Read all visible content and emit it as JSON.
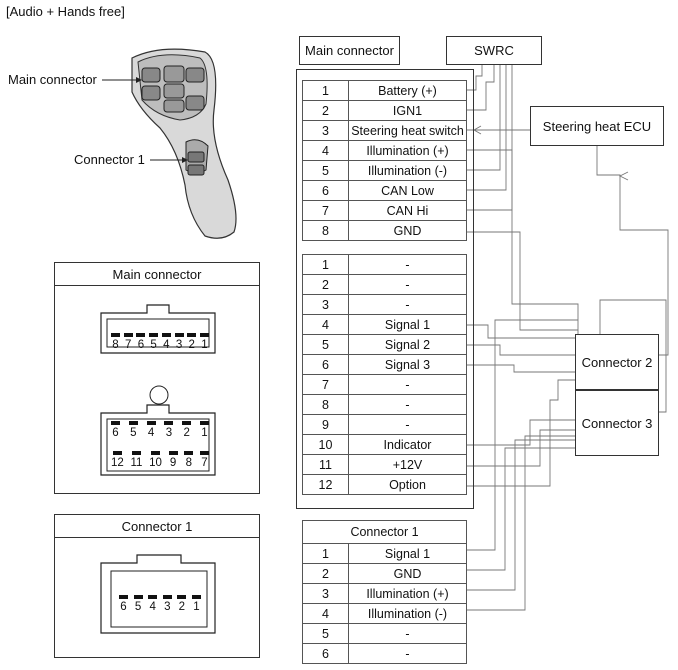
{
  "heading": "[Audio + Hands free]",
  "callouts": {
    "main_connector": "Main connector",
    "connector1": "Connector 1"
  },
  "wiring": {
    "main_header": "Main connector",
    "swrc": "SWRC",
    "ecu": "Steering heat  ECU",
    "connector2": "Connector 2",
    "connector3": "Connector 3"
  },
  "main_pins_a": [
    {
      "no": "1",
      "fn": "Battery (+)"
    },
    {
      "no": "2",
      "fn": "IGN1"
    },
    {
      "no": "3",
      "fn": "Steering heat switch"
    },
    {
      "no": "4",
      "fn": "Illumination (+)"
    },
    {
      "no": "5",
      "fn": "Illumination (-)"
    },
    {
      "no": "6",
      "fn": "CAN Low"
    },
    {
      "no": "7",
      "fn": "CAN Hi"
    },
    {
      "no": "8",
      "fn": "GND"
    }
  ],
  "main_pins_b": [
    {
      "no": "1",
      "fn": "-"
    },
    {
      "no": "2",
      "fn": "-"
    },
    {
      "no": "3",
      "fn": "-"
    },
    {
      "no": "4",
      "fn": "Signal 1"
    },
    {
      "no": "5",
      "fn": "Signal 2"
    },
    {
      "no": "6",
      "fn": "Signal 3"
    },
    {
      "no": "7",
      "fn": "-"
    },
    {
      "no": "8",
      "fn": "-"
    },
    {
      "no": "9",
      "fn": "-"
    },
    {
      "no": "10",
      "fn": "Indicator"
    },
    {
      "no": "11",
      "fn": "+12V"
    },
    {
      "no": "12",
      "fn": "Option"
    }
  ],
  "conn1_table": {
    "title": "Connector 1",
    "rows": [
      {
        "no": "1",
        "fn": "Signal 1"
      },
      {
        "no": "2",
        "fn": "GND"
      },
      {
        "no": "3",
        "fn": "Illumination (+)"
      },
      {
        "no": "4",
        "fn": "Illumination (-)"
      },
      {
        "no": "5",
        "fn": "-"
      },
      {
        "no": "6",
        "fn": "-"
      }
    ]
  },
  "main_connector_panel": {
    "title": "Main connector",
    "top_pins": [
      "8",
      "7",
      "6",
      "5",
      "4",
      "3",
      "2",
      "1"
    ],
    "bottom_pins_row1": [
      "6",
      "5",
      "4",
      "3",
      "2",
      "1"
    ],
    "bottom_pins_row2": [
      "12",
      "11",
      "10",
      "9",
      "8",
      "7"
    ]
  },
  "connector1_panel": {
    "title": "Connector 1",
    "pins": [
      "6",
      "5",
      "4",
      "3",
      "2",
      "1"
    ]
  }
}
